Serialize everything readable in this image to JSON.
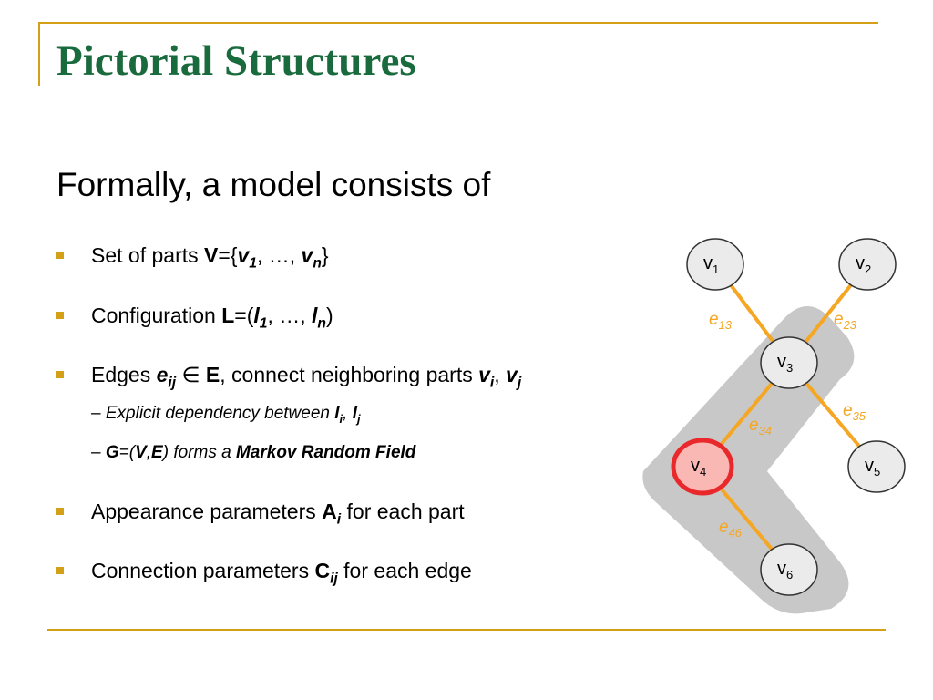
{
  "slide": {
    "title": "Pictorial Structures",
    "subtitle": "Formally, a model consists of"
  },
  "bullets": {
    "b1": {
      "pre": "Set of parts ",
      "sym": "V",
      "eq": "={",
      "v1": "v",
      "s1": "1",
      "mid": ", …, ",
      "vn": "v",
      "sn": "n",
      "close": "}"
    },
    "b2": {
      "pre": "Configuration ",
      "sym": "L",
      "eq": "=(",
      "l1": "l",
      "s1": "1",
      "mid": ", …, ",
      "ln": "l",
      "sn": "n",
      "close": ")"
    },
    "b3": {
      "pre": "Edges ",
      "e": "e",
      "eij": "ij",
      "in": " ∈ ",
      "E": "E",
      "post": ", connect neighboring parts ",
      "vi": "v",
      "si": "i",
      "comma": ", ",
      "vj": "v",
      "sj": "j"
    },
    "sub1": {
      "dash": "– ",
      "text": "Explicit dependency between ",
      "li": "l",
      "si": "i",
      "comma": ", ",
      "lj": "l",
      "sj": "j"
    },
    "sub2": {
      "dash": "– ",
      "G": "G",
      "open": "=(",
      "V": "V",
      "c": ",",
      "E": "E",
      "close": ") forms a ",
      "mrf": "Markov Random Field"
    },
    "b4": {
      "pre": "Appearance parameters ",
      "A": "A",
      "ai": "i",
      "post": " for each part"
    },
    "b5": {
      "pre": "Connection parameters ",
      "C": "C",
      "cij": "ij",
      "post": " for each edge"
    }
  },
  "graph": {
    "nodes": [
      {
        "id": "v1",
        "label": "v",
        "sub": "1",
        "highlight": false
      },
      {
        "id": "v2",
        "label": "v",
        "sub": "2",
        "highlight": false
      },
      {
        "id": "v3",
        "label": "v",
        "sub": "3",
        "highlight": false
      },
      {
        "id": "v4",
        "label": "v",
        "sub": "4",
        "highlight": true
      },
      {
        "id": "v5",
        "label": "v",
        "sub": "5",
        "highlight": false
      },
      {
        "id": "v6",
        "label": "v",
        "sub": "6",
        "highlight": false
      }
    ],
    "edges": [
      {
        "id": "e13",
        "label": "e",
        "sub": "13"
      },
      {
        "id": "e23",
        "label": "e",
        "sub": "23"
      },
      {
        "id": "e34",
        "label": "e",
        "sub": "34"
      },
      {
        "id": "e35",
        "label": "e",
        "sub": "35"
      },
      {
        "id": "e46",
        "label": "e",
        "sub": "46"
      }
    ]
  },
  "colors": {
    "title": "#196a3c",
    "accent": "#d4a017",
    "edge": "#f5a623",
    "highlight_border": "#e8282b",
    "highlight_fill": "#f9b8b3",
    "node_fill": "#ebebeb",
    "band": "#c8c8c8"
  }
}
